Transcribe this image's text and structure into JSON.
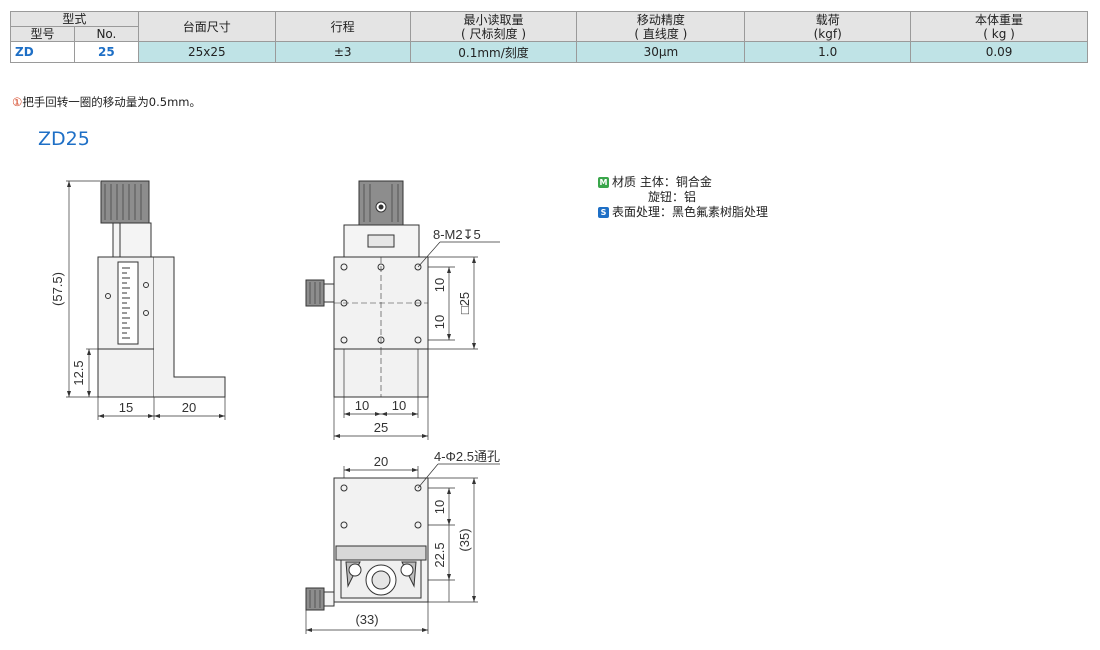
{
  "table": {
    "h_type": "型式",
    "h_model": "型号",
    "h_no": "No.",
    "h_size": "台面尺寸",
    "h_travel": "行程",
    "h_read_1": "最小读取量",
    "h_read_2": "( 尺标刻度 )",
    "h_acc_1": "移动精度",
    "h_acc_2": "( 直线度 )",
    "h_load_1": "载荷",
    "h_load_2": "(kgf)",
    "h_weight_1": "本体重量",
    "h_weight_2": "( kg )",
    "row": {
      "model": "ZD",
      "no": "25",
      "size": "25x25",
      "travel": "±3",
      "reading": "0.1mm/刻度",
      "accuracy": "30μm",
      "load": "1.0",
      "weight": "0.09"
    }
  },
  "note": {
    "marker": "①",
    "text": "把手回转一圈的移动量为0.5mm。"
  },
  "drawing_title": "ZD25",
  "materials": {
    "m_badge": "M",
    "material_label": "材质 主体：铜合金",
    "knob_label": "旋钮：铝",
    "s_badge": "S",
    "surface_label": "表面处理：黑色氟素树脂处理"
  },
  "dims": {
    "d57_5": "(57.5)",
    "d12_5": "12.5",
    "d15": "15",
    "d20a": "20",
    "holes_top": "8-M2",
    "holes_depth": "5",
    "d10a": "10",
    "d10b": "10",
    "d25sq": "□25",
    "d10c": "10",
    "d10d": "10",
    "d25": "25",
    "d20b": "20",
    "holes_bottom": "4-Φ2.5通孔",
    "d10e": "10",
    "d35": "(35)",
    "d22_5": "22.5",
    "d33": "(33)"
  },
  "colors": {
    "accent_blue": "#1e6fc6",
    "table_cell": "#bfe3e6",
    "header_gray": "#e4e4e4",
    "material_green": "#3aa64b"
  }
}
